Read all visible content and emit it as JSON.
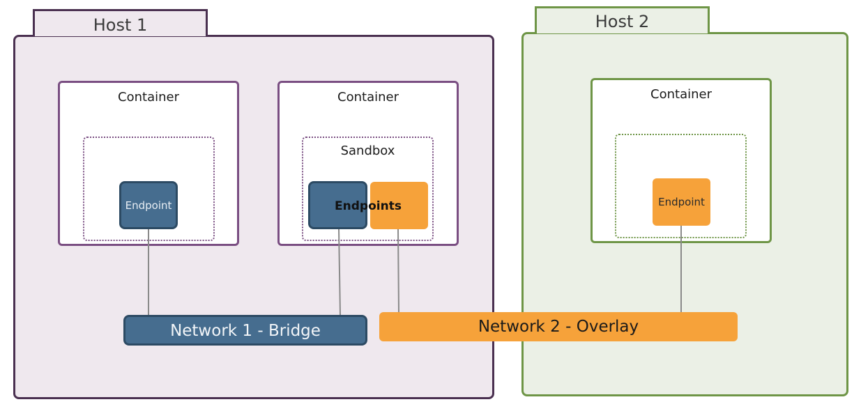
{
  "hosts": [
    {
      "label": "Host 1"
    },
    {
      "label": "Host 2"
    }
  ],
  "containers": [
    {
      "label": "Container"
    },
    {
      "label": "Container",
      "sandbox_label": "Sandbox",
      "endpoints_label": "Endpoints"
    },
    {
      "label": "Container"
    }
  ],
  "endpoints": [
    {
      "label": "Endpoint"
    },
    {
      "label": "Endpoint"
    }
  ],
  "networks": [
    {
      "label": "Network 1 - Bridge"
    },
    {
      "label": "Network 2 - Overlay"
    }
  ],
  "colors": {
    "host1_fill": "#efe8ee",
    "host1_border": "#4a3050",
    "host2_fill": "#ebf0e6",
    "host2_border": "#6e9546",
    "bridge": "#466d8f",
    "overlay": "#f6a23a",
    "link": "#8a8a8a"
  }
}
